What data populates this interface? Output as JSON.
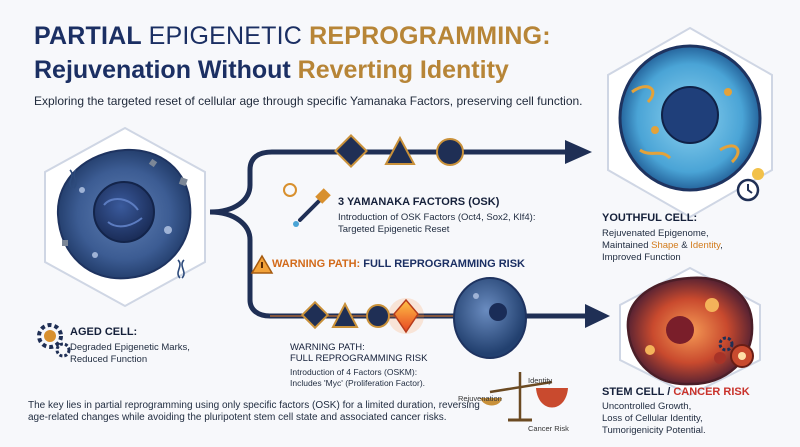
{
  "header": {
    "title_word1": "PARTIAL",
    "title_word2": "EPIGENETIC",
    "title_word3": "REPROGRAMMING:",
    "title_line2_a": "Rejuvenation Without",
    "title_line2_b": "Reverting Identity",
    "subtitle": "Exploring the targeted reset of cellular age through specific Yamanaka Factors, preserving cell function."
  },
  "aged": {
    "heading": "AGED CELL:",
    "desc1": "Degraded Epigenetic Marks,",
    "desc2": "Reduced Function"
  },
  "osk": {
    "heading": "3 YAMANAKA FACTORS (OSK)",
    "desc1": "Introduction of OSK Factors (Oct4, Sox2, Klf4):",
    "desc2": "Targeted Epigenetic Reset"
  },
  "youthful": {
    "heading": "YOUTHFUL CELL:",
    "desc1": "Rejuvenated Epigenome,",
    "desc2_a": "Maintained ",
    "desc2_b": "Shape",
    "desc2_c": " & ",
    "desc2_d": "Identity",
    "desc2_e": ",",
    "desc3": "Improved Function"
  },
  "warning_strip": {
    "label": "WARNING PATH:",
    "rest": " FULL REPROGRAMMING RISK"
  },
  "warning_block": {
    "heading1": "WARNING PATH:",
    "heading2": "FULL REPROGRAMMING RISK",
    "desc1": "Introduction of 4 Factors (OSKM):",
    "desc2": "Includes 'Myc' (Proliferation Factor)."
  },
  "balance": {
    "identity": "Identity",
    "rejuvenation": "Rejuvenation",
    "cancer": "Cancer Risk"
  },
  "stem": {
    "heading_a": "STEM CELL / ",
    "heading_b": "CANCER RISK",
    "desc1": "Uncontrolled Growth,",
    "desc2": "Loss of Cellular Identity,",
    "desc3": "Tumorigenicity Potential."
  },
  "bottom_note": "The key lies in partial reprogramming using only specific factors (OSK) for a limited duration, reversing age-related changes while avoiding the pluripotent stem cell state and associated cancer risks.",
  "colors": {
    "navy": "#1b2f63",
    "gold": "#b78537",
    "warning_orange": "#d26a1a",
    "cancer_red": "#c9322b"
  },
  "icons": [
    "hexagon-frame",
    "diamond-icon",
    "triangle-icon",
    "flame-crystal-icon",
    "gear-icon",
    "pipette-icon",
    "dna-icon",
    "warning-icon",
    "clock-icon",
    "bulb-icon",
    "biohazard-icon",
    "balance-scale-icon"
  ]
}
